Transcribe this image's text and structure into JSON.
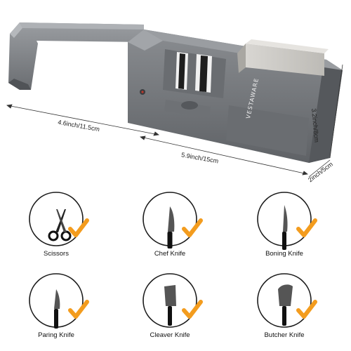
{
  "product": {
    "brand": "VestaWare",
    "dimensions": {
      "handle_length": "4.6inch/11.5cm",
      "body_length": "5.9inch/15cm",
      "height": "3.2inch/8cm",
      "width": "2inch/5cm"
    }
  },
  "tools": [
    {
      "label": "Scissors",
      "icon": "scissors-icon",
      "checked": true
    },
    {
      "label": "Chef Knife",
      "icon": "chef-knife-icon",
      "checked": true
    },
    {
      "label": "Boning Knife",
      "icon": "boning-knife-icon",
      "checked": true
    },
    {
      "label": "Paring Knife",
      "icon": "paring-knife-icon",
      "checked": true
    },
    {
      "label": "Cleaver Knife",
      "icon": "cleaver-knife-icon",
      "checked": true
    },
    {
      "label": "Butcher Knife",
      "icon": "butcher-knife-icon",
      "checked": true
    }
  ],
  "colors": {
    "body": "#76797d",
    "body_dark": "#55585c",
    "check": "#f39c1e",
    "circle": "#1a1a1a"
  }
}
